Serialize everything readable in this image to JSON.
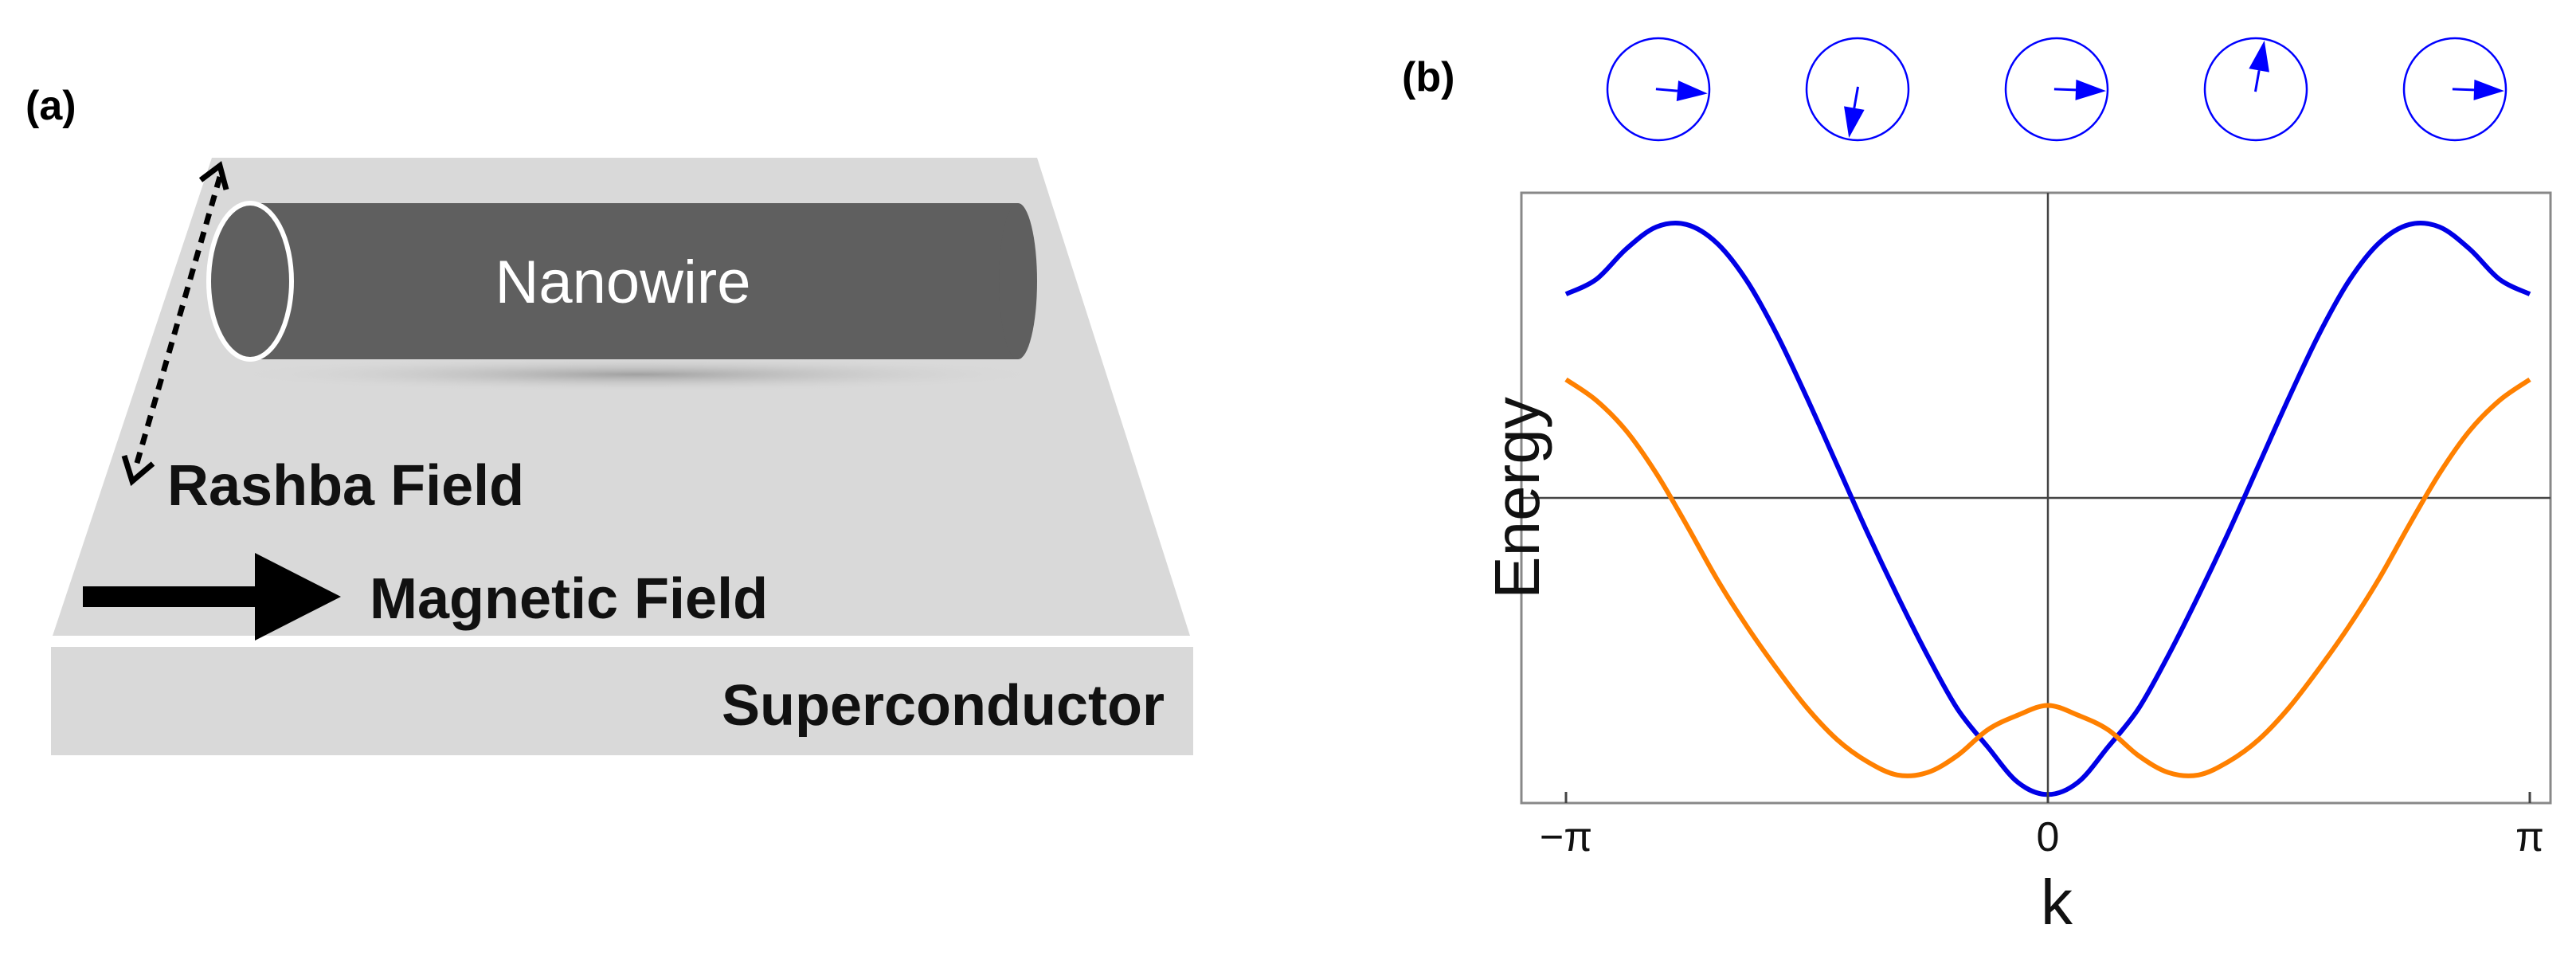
{
  "panel_a": {
    "label": "(a)",
    "nanowire_label": "Nanowire",
    "rashba_label": "Rashba Field",
    "magnetic_label": "Magnetic Field",
    "superconductor_label": "Superconductor",
    "colors": {
      "platform": "#d9d9d9",
      "nanowire": "#5f5f5f",
      "arrow": "#000000"
    }
  },
  "panel_b": {
    "label": "(b)",
    "spin_arrows": [
      {
        "angle_deg": -5
      },
      {
        "angle_deg": -100
      },
      {
        "angle_deg": -2
      },
      {
        "angle_deg": 80
      },
      {
        "angle_deg": -2
      }
    ],
    "colors": {
      "upper": "#0000e6",
      "lower": "#ff8000",
      "spin": "#0000ff"
    }
  },
  "chart_data": {
    "type": "line",
    "xlabel": "k",
    "ylabel": "Energy",
    "x_ticks": [
      "−π",
      "0",
      "π"
    ],
    "xlim": [
      -3.1416,
      3.1416
    ],
    "ylim": [
      -2.5,
      2.5
    ],
    "series": [
      {
        "x": [
          -3.1416,
          -2.9452,
          -2.7489,
          -2.5525,
          -2.3562,
          -2.1598,
          -1.9635,
          -1.7671,
          -1.5708,
          -1.3744,
          -1.1781,
          -0.9817,
          -0.7854,
          -0.589,
          -0.3927,
          -0.1963,
          0,
          0.1963,
          0.3927,
          0.589,
          0.7854,
          0.9817,
          1.1781,
          1.3744,
          1.5708,
          1.7671,
          1.9635,
          2.1598,
          2.3562,
          2.5525,
          2.7489,
          2.9452,
          3.1416
        ],
        "values": [
          1.67,
          1.79,
          2.04,
          2.22,
          2.24,
          2.09,
          1.78,
          1.34,
          0.82,
          0.27,
          -0.28,
          -0.8,
          -1.29,
          -1.73,
          -2.04,
          -2.33,
          -2.43,
          -2.33,
          -2.04,
          -1.73,
          -1.29,
          -0.8,
          -0.28,
          0.27,
          0.82,
          1.34,
          1.78,
          2.09,
          2.24,
          2.22,
          2.04,
          1.79,
          1.67
        ]
      },
      {
        "x": [
          -3.1416,
          -2.9452,
          -2.7489,
          -2.5525,
          -2.3562,
          -2.1598,
          -1.9635,
          -1.7671,
          -1.5708,
          -1.3744,
          -1.1781,
          -0.9817,
          -0.7854,
          -0.589,
          -0.3927,
          -0.1963,
          0,
          0.1963,
          0.3927,
          0.589,
          0.7854,
          0.9817,
          1.1781,
          1.3744,
          1.5708,
          1.7671,
          1.9635,
          2.1598,
          2.3562,
          2.5525,
          2.7489,
          2.9452,
          3.1416
        ],
        "values": [
          0.97,
          0.8,
          0.55,
          0.2,
          -0.22,
          -0.66,
          -1.05,
          -1.4,
          -1.72,
          -1.98,
          -2.16,
          -2.27,
          -2.25,
          -2.11,
          -1.9,
          -1.78,
          -1.7,
          -1.78,
          -1.9,
          -2.11,
          -2.25,
          -2.27,
          -2.16,
          -1.98,
          -1.72,
          -1.4,
          -1.05,
          -0.66,
          -0.22,
          0.2,
          0.55,
          0.8,
          0.97
        ]
      }
    ]
  }
}
